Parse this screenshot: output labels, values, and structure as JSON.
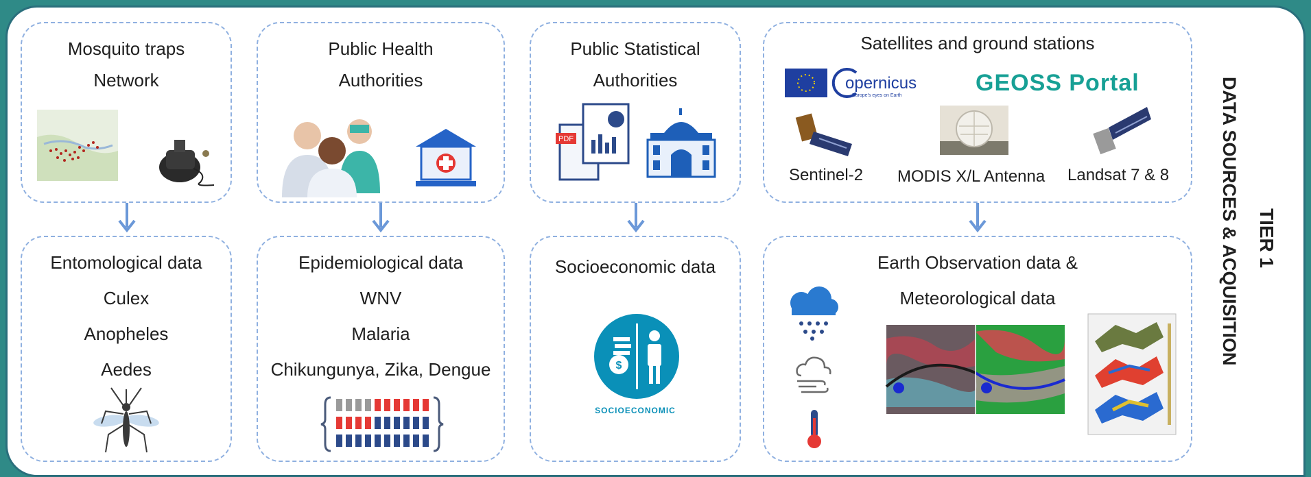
{
  "sources": [
    {
      "id": "mosquito",
      "line1": "Mosquito traps",
      "line2": "Network"
    },
    {
      "id": "health",
      "line1": "Public Health",
      "line2": "Authorities"
    },
    {
      "id": "stat",
      "line1": "Public Statistical",
      "line2": "Authorities"
    },
    {
      "id": "sat",
      "title": "Satellites and ground stations",
      "copernicus": "opernicus",
      "copernicus_tag": "Europe's eyes on Earth",
      "geoss": "GEOSS Portal",
      "sat_labels": [
        "Sentinel-2",
        "MODIS X/L Antenna",
        "Landsat 7 & 8"
      ]
    }
  ],
  "data": [
    {
      "id": "ento",
      "lines": [
        "Entomological data",
        "Culex",
        "Anopheles",
        "Aedes"
      ]
    },
    {
      "id": "epi",
      "lines": [
        "Epidemiological data",
        "WNV",
        "Malaria",
        "Chikungunya, Zika, Dengue"
      ]
    },
    {
      "id": "socio",
      "title": "Socioeconomic data",
      "icon_text": "SOCIOECONOMIC"
    },
    {
      "id": "eo",
      "line1": "Earth Observation data &",
      "line2": "Meteorological data"
    }
  ],
  "side": {
    "tier": "TIER 1",
    "label": "DATA SOURCES & ACQUISITION"
  },
  "colors": {
    "border": "#2a6f7c",
    "dash": "#8fb0e0",
    "arrow": "#6b98d8",
    "accent": "#0a90b8"
  }
}
